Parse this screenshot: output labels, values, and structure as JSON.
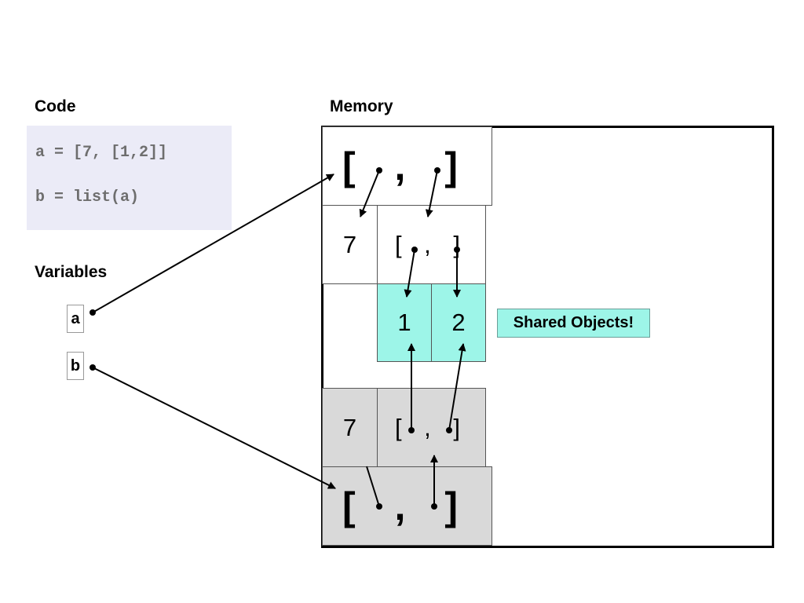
{
  "code": {
    "heading": "Code",
    "lines": [
      "a = [7, [1,2]]",
      "b = list(a)"
    ]
  },
  "variables": {
    "heading": "Variables",
    "a": "a",
    "b": "b"
  },
  "memory": {
    "heading": "Memory",
    "outer_list_a": "[ , ]",
    "seven_a": "7",
    "inner_list": "[ , ]",
    "one": "1",
    "two": "2",
    "seven_b": "7",
    "inner_list_b": "[ , ]",
    "outer_list_b": "[ , ]"
  },
  "callout": "Shared Objects!",
  "colors": {
    "code_bg": "#ebebf7",
    "shared": "#9df5e8",
    "copy": "#d9d9d9"
  }
}
